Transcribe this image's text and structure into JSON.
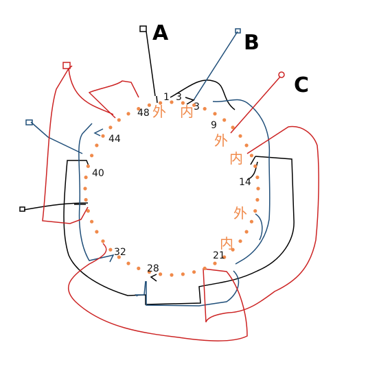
{
  "diagram": {
    "terminals": {
      "a": "A",
      "b": "B",
      "c": "C"
    },
    "slot_numbers": {
      "n1": "1",
      "n3": "3",
      "n9": "9",
      "n14": "14",
      "n21": "21",
      "n28": "28",
      "n32": "32",
      "n40": "40",
      "n44": "44",
      "n48": "48"
    },
    "winding_marks": {
      "outer": "外",
      "inner": "内"
    },
    "colors": {
      "phase_a": "#000000",
      "phase_b": "#1f4e79",
      "phase_c": "#cc2222",
      "slot_dots": "#f08a4b"
    },
    "slot_count": 48
  }
}
